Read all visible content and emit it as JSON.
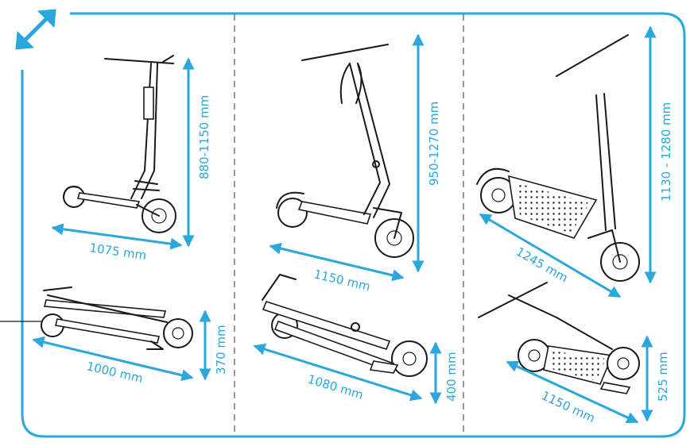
{
  "colors": {
    "accent": "#2aa7dc",
    "ink": "#1a1a1a",
    "background": "#ffffff"
  },
  "icons": {
    "corner": "resize-diagonal-arrows-icon"
  },
  "columns": [
    {
      "unfolded": {
        "length_label": "1075 mm",
        "height_label": "880-1150 mm"
      },
      "folded": {
        "length_label": "1000 mm",
        "height_label": "370 mm"
      }
    },
    {
      "unfolded": {
        "length_label": "1150 mm",
        "height_label": "950-1270 mm"
      },
      "folded": {
        "length_label": "1080 mm",
        "height_label": "400 mm"
      }
    },
    {
      "unfolded": {
        "length_label": "1245 mm",
        "height_label": "1130 - 1280 mm"
      },
      "folded": {
        "length_label": "1150 mm",
        "height_label": "525 mm"
      }
    }
  ]
}
